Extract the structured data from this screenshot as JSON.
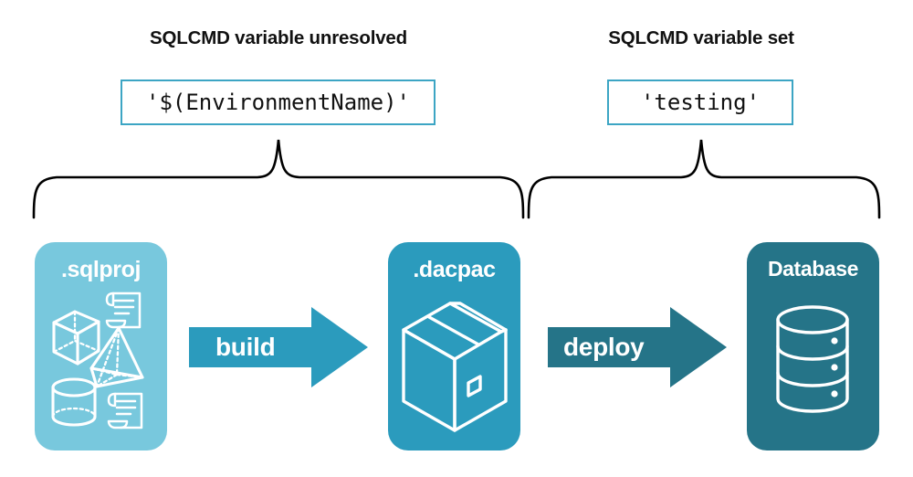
{
  "diagram": {
    "title_left": "SQLCMD variable unresolved",
    "title_right": "SQLCMD variable set",
    "code_left": "'$(EnvironmentName)'",
    "code_right": "'testing'",
    "stages": [
      {
        "label": ".sqlproj",
        "color": "#78c8dd",
        "icon": "project-shapes-icon"
      },
      {
        "label": ".dacpac",
        "color": "#2b9bbd",
        "icon": "package-box-icon"
      },
      {
        "label": "Database",
        "color": "#257488",
        "icon": "database-cylinder-icon"
      }
    ],
    "arrows": [
      {
        "label": "build",
        "color": "#2b9bbd"
      },
      {
        "label": "deploy",
        "color": "#257488"
      }
    ],
    "colors": {
      "light_blue": "#78c8dd",
      "medium_teal": "#2b9bbd",
      "dark_teal": "#257488",
      "code_border": "#3ca5c4",
      "brace_stroke": "#000000",
      "background": "#ffffff",
      "heading_text": "#111111"
    },
    "braces": {
      "left_span_label": "spans .sqlproj through .dacpac",
      "right_span_label": "spans .dacpac through Database"
    }
  }
}
